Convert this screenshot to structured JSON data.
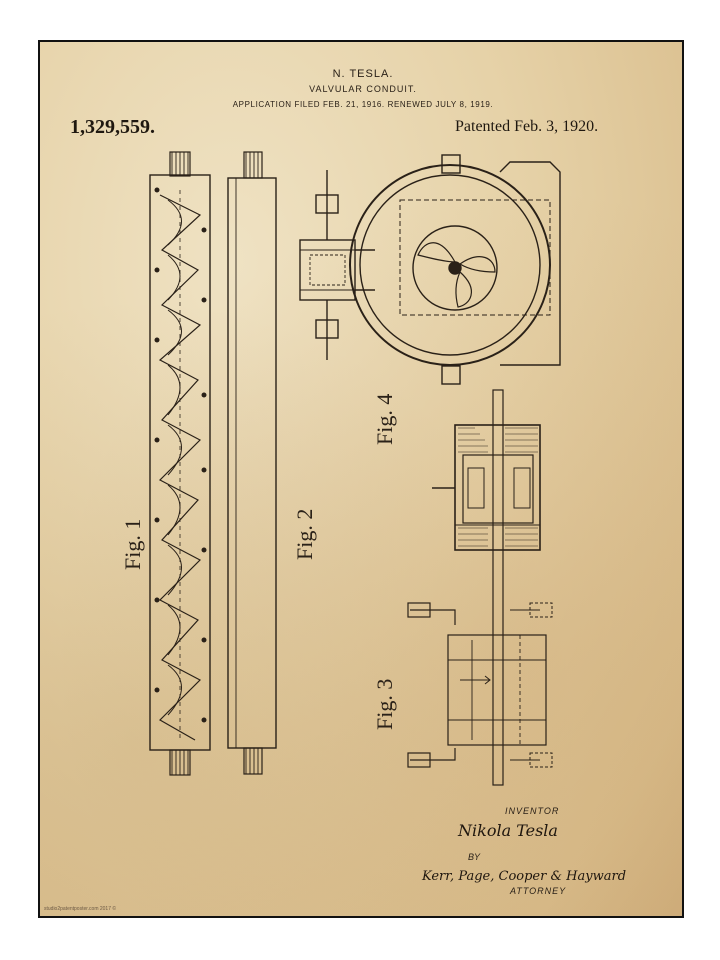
{
  "patent": {
    "inventor_header": "N. TESLA.",
    "title": "VALVULAR CONDUIT.",
    "application_line": "APPLICATION FILED FEB. 21, 1916. RENEWED JULY 8, 1919.",
    "number": "1,329,559.",
    "patented": "Patented Feb. 3, 1920."
  },
  "figures": {
    "fig1": "Fig. 1",
    "fig2": "Fig. 2",
    "fig3": "Fig. 3",
    "fig4": "Fig. 4"
  },
  "signatures": {
    "inventor_label": "INVENTOR",
    "inventor_signature": "Nikola Tesla",
    "by_label": "BY",
    "attorney_signature": "Kerr, Page, Cooper & Hayward",
    "attorney_label": "ATTORNEY"
  },
  "footer": "studio2patentposter.com  2017 ©",
  "colors": {
    "paper": "#e6d2a8",
    "ink": "#2a2118",
    "frame_border": "#111111"
  }
}
